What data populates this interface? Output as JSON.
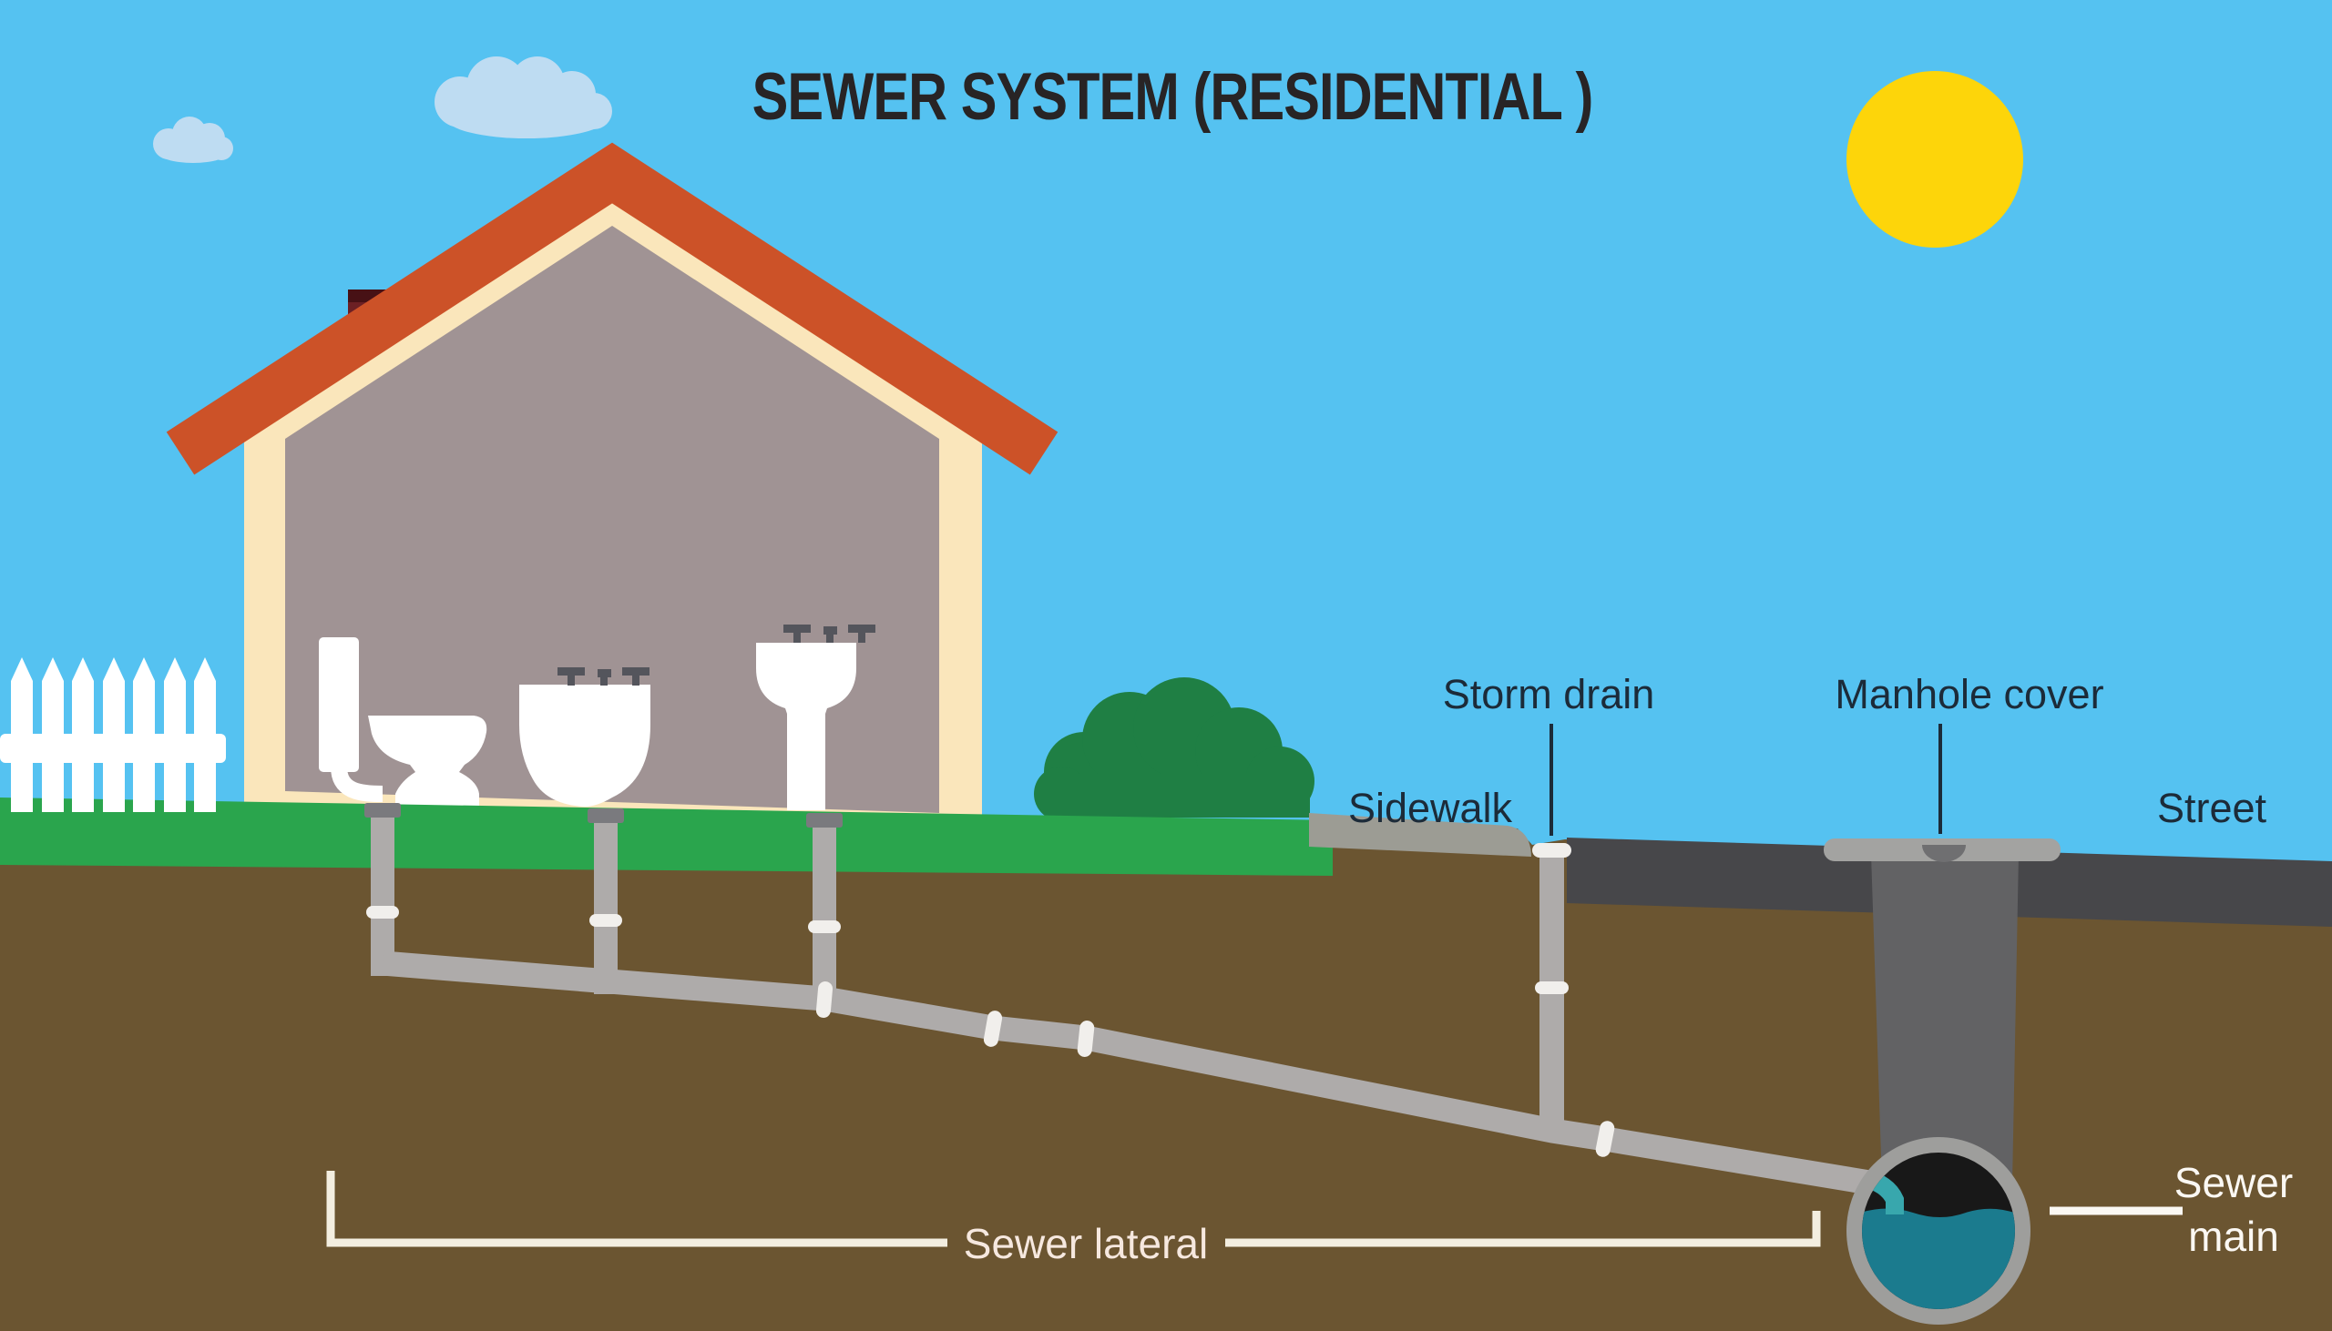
{
  "title": {
    "text": "SEWER SYSTEM (RESIDENTIAL )"
  },
  "labels": {
    "storm_drain": "Storm drain",
    "manhole_cover": "Manhole cover",
    "sidewalk": "Sidewalk",
    "street": "Street",
    "sewer_lateral": "Sewer lateral",
    "sewer_main_line1": "Sewer",
    "sewer_main_line2": "main"
  },
  "colors": {
    "sky": "#55c2f1",
    "sun": "#fdd50a",
    "cloud": "#bedcf2",
    "title": "#282425",
    "label_dark": "#1c2b39",
    "roof": "#cc5228",
    "wall_cream": "#fae6bb",
    "interior": "#a09394",
    "chimney": "#6c2024",
    "chimney_cap": "#471115",
    "fixture": "#ffffff",
    "faucet": "#54555c",
    "grass": "#2aa54d",
    "bush": "#1f7f44",
    "soil": "#6b5531",
    "sidewalk": "#9c9c94",
    "street": "#47474a",
    "manhole_shaft": "#626264",
    "manhole_cover": "#a3a3a1",
    "cover_bump": "#6f6f71",
    "pipe": "#aeabaa",
    "pipe_cap": "#7a7a7e",
    "coupling": "#f1efec",
    "sewer_ring": "#9e9e9c",
    "sewer_inner": "#181818",
    "water": "#1b7b8e",
    "waterfall": "#38a7ad",
    "bracket": "#f3eee0",
    "label_lateral": "#f6e8df",
    "label_main": "#fbf8f3"
  }
}
